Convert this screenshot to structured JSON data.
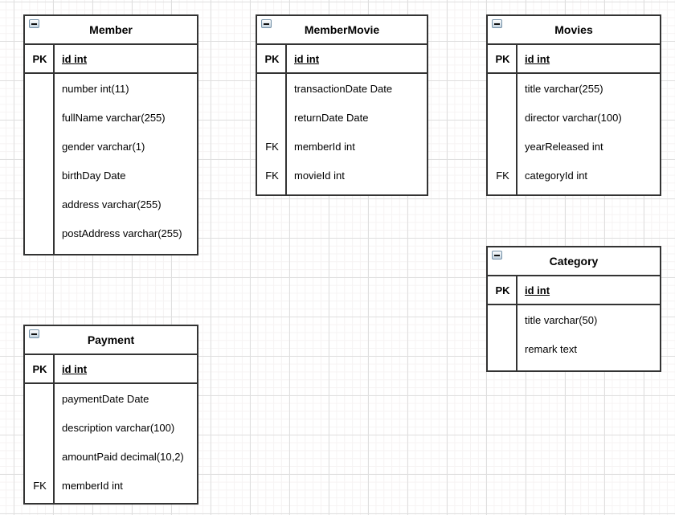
{
  "canvas": {
    "background_color": "#ffffff",
    "grid_major_color": "#dfdfdf",
    "grid_minor_color": "#f6f3f3",
    "table_border_color": "#333333",
    "text_color": "#000000"
  },
  "icons": {
    "collapse": "minus-box-icon"
  },
  "tables": [
    {
      "id": "member",
      "title": "Member",
      "primary_key": {
        "key": "PK",
        "label": "id int"
      },
      "rows": [
        {
          "key": "",
          "label": "number int(11)"
        },
        {
          "key": "",
          "label": "fullName varchar(255)"
        },
        {
          "key": "",
          "label": "gender varchar(1)"
        },
        {
          "key": "",
          "label": "birthDay Date"
        },
        {
          "key": "",
          "label": "address varchar(255)"
        },
        {
          "key": "",
          "label": "postAddress varchar(255)"
        }
      ]
    },
    {
      "id": "membermovie",
      "title": "MemberMovie",
      "primary_key": {
        "key": "PK",
        "label": "id int"
      },
      "rows": [
        {
          "key": "",
          "label": "transactionDate Date"
        },
        {
          "key": "",
          "label": "returnDate Date"
        },
        {
          "key": "FK",
          "label": "memberId int"
        },
        {
          "key": "FK",
          "label": "movieId int"
        }
      ]
    },
    {
      "id": "movies",
      "title": "Movies",
      "primary_key": {
        "key": "PK",
        "label": "id int"
      },
      "rows": [
        {
          "key": "",
          "label": "title varchar(255)"
        },
        {
          "key": "",
          "label": "director varchar(100)"
        },
        {
          "key": "",
          "label": "yearReleased int"
        },
        {
          "key": "FK",
          "label": "categoryId int"
        }
      ]
    },
    {
      "id": "category",
      "title": "Category",
      "primary_key": {
        "key": "PK",
        "label": "id int"
      },
      "rows": [
        {
          "key": "",
          "label": "title varchar(50)"
        },
        {
          "key": "",
          "label": "remark text"
        }
      ]
    },
    {
      "id": "payment",
      "title": "Payment",
      "primary_key": {
        "key": "PK",
        "label": "id int"
      },
      "rows": [
        {
          "key": "",
          "label": "paymentDate Date"
        },
        {
          "key": "",
          "label": "description varchar(100)"
        },
        {
          "key": "",
          "label": "amountPaid decimal(10,2)"
        },
        {
          "key": "FK",
          "label": "memberId int"
        }
      ]
    }
  ]
}
